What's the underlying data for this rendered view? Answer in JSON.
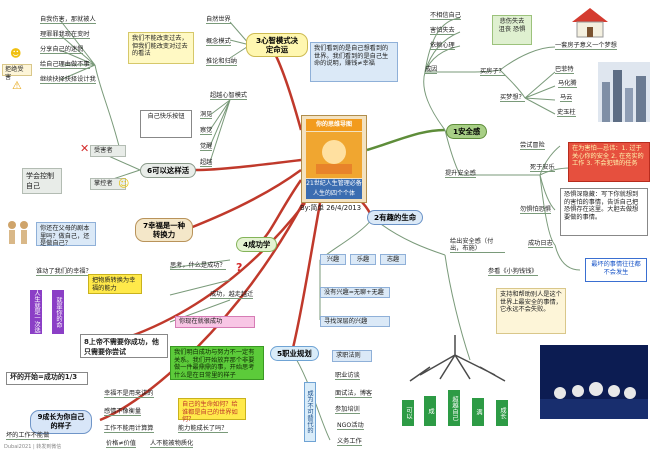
{
  "center": {
    "title": "你的思维导图",
    "tagline": "21世纪人生管理必备",
    "book_label": "人生的四个个体",
    "author": "By:简单 26/4/2013"
  },
  "branches": {
    "b1": "1安全感",
    "b2": "2有趣的生命",
    "b3": "3心智模式决定命运",
    "b4": "4成功学",
    "b5": "5职业规划",
    "b6": "6可以这样活",
    "b7": "7幸福是一种转换力",
    "b8": "8上帝不需要你成功，他只需要你尝试",
    "b9": "9成长为你自己的样子"
  },
  "safety": {
    "fear_self": "不相信自己",
    "fear_loss": "害怕失去",
    "fear_dependence": "依赖心理",
    "cause": "成因",
    "emotion_box": "悲伤失去 沮丧 恐惧",
    "buy_house": "买房子？",
    "house_dream": "一套房子意义一个梦想",
    "buy_dream": "买梦想？",
    "people": [
      "巴菲特",
      "马化腾",
      "马云",
      "史玉柱"
    ],
    "improve": "提升安全感",
    "try": "尝试冒险",
    "death": "死于安乐",
    "unsafe_list": "在为害怕—忌讳：1. 过于关心你的安全 2. 在充实的工作 3. 不会犯错的任务",
    "fear_fear": "勿惧怕恐惧",
    "fear_note": "恐惧深隐藏：写下你就想到的害怕的事情，告诉自己把恐惧存在这里。大胆去做想要做的事情。",
    "success_journal": "成功日志",
    "reference": "参看《小狗钱钱》",
    "dreams_red": "最坏的事情往往都不会发生"
  },
  "fun": {
    "safety_note": "给出安全感（付出，布施）",
    "triad": [
      "兴趣",
      "乐趣",
      "志趣"
    ],
    "no_interest": "没有兴趣=无聊+无趣",
    "deep_interest": "寻找深层的兴趣",
    "help_box": "支持和帮助别人是这个世界上最安全的事情，它永远不会失败。",
    "vertical_tags": [
      "可以",
      "成",
      "超越自己",
      "满",
      "成长"
    ]
  },
  "mind": {
    "box_top": "我们不能改变过去，但我们能改变对过去的看法",
    "nature": "自然世界",
    "concept": "概念模式",
    "reasoning": "推论和归纳",
    "right_box": "我们看到的是自己想看到的世界。我们看到的是自己生命的说明，赚钱≠幸福",
    "beyond": "超越心智模式",
    "items": [
      "洞见",
      "察觉",
      "觉醒",
      "超越"
    ]
  },
  "success": {
    "think": "思考，什么是成功？",
    "success_beyond": "成功，越走越迁",
    "search": "你现在就很成功",
    "green_box": "我们明白成功与努力不一定有关系。我们开始放弃那个非要做一件最鼎鼎的事，开始思考什么是在日常里的样子"
  },
  "career": {
    "rule": "求职法则",
    "items": [
      "职业访谈",
      "面试法，博客",
      "参加培训",
      "NGO活动",
      "义务工作"
    ],
    "vertical": "成为不可替代的"
  },
  "live": {
    "victim": "受害者",
    "chooser": "掌控者",
    "learn": "学会控制自己",
    "happy_box": "自己快乐按钮",
    "victim_items": [
      "自我伤害，那就被人",
      "理罪罪我现在变时",
      "分享自己的迷惘",
      "给自己理由做不事",
      "继续抉择抉择设计我"
    ],
    "reject": "拒绝受害"
  },
  "happy": {
    "question": "你还在父母的剧本里吗？做自己，还是做自己？",
    "hobby": "谁动了我们的幸福？",
    "transfer": "把物质转换为幸福的能力",
    "purple_a": "人生就是一次选择",
    "purple_b": "就是你的命"
  },
  "god": {
    "start": "坏的开始=成功的1/3"
  },
  "grow": {
    "items": [
      "幸福不是用来讲的",
      "感情不像衡量",
      "工作不能用计算算",
      "价格≠价值",
      "人不能被物质化"
    ],
    "box": "自己的生命如何？给谁都是自己的世界如何？",
    "question": "能力能成长了吗？",
    "bad_work": "坏的工作不能做"
  },
  "footer": {
    "watermark": "Dubai2021 | 转发到微信"
  },
  "colors": {
    "safety": "#a8cf86",
    "fun": "#dbe9f7",
    "mind": "#fff7b0",
    "success": "#e4f2d2",
    "career": "#d9ecf9",
    "live": "#e9ede9",
    "happy": "#f4e7c9",
    "red": "#d42a2a",
    "link": "#6d8c6d"
  }
}
